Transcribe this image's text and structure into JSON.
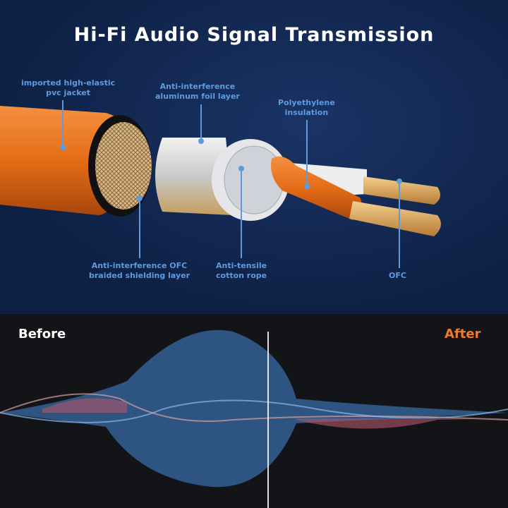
{
  "title": "Hi-Fi Audio Signal Transmission",
  "labels": {
    "jacket": [
      "imported high-elastic",
      "pvc jacket"
    ],
    "foil": [
      "Anti-interference",
      "aluminum foil layer"
    ],
    "insulation": [
      "Polyethylene",
      "insulation"
    ],
    "braid": [
      "Anti-interference OFC",
      "braided shielding layer"
    ],
    "rope": [
      "Anti-tensile",
      "cotton rope"
    ],
    "ofc": [
      "OFC"
    ]
  },
  "comparison": {
    "before": "Before",
    "after": "After"
  },
  "colors": {
    "label": "#5d9be0",
    "after": "#f07a2c",
    "jacket": "#e8701e"
  }
}
